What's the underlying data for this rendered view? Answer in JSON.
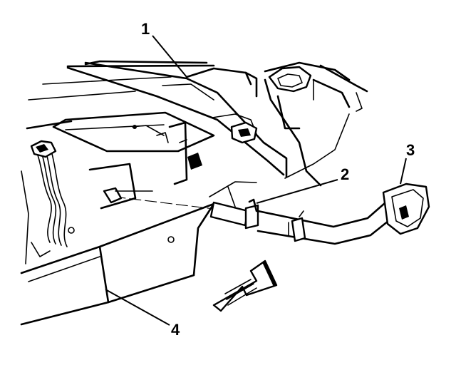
{
  "callouts": [
    {
      "id": "1",
      "label": "1"
    },
    {
      "id": "2",
      "label": "2"
    },
    {
      "id": "3",
      "label": "3"
    },
    {
      "id": "4",
      "label": "4"
    }
  ],
  "colors": {
    "ink": "#000000",
    "background": "#ffffff"
  },
  "icons": {
    "direction_arrow": "forward-direction-arrow-icon"
  }
}
